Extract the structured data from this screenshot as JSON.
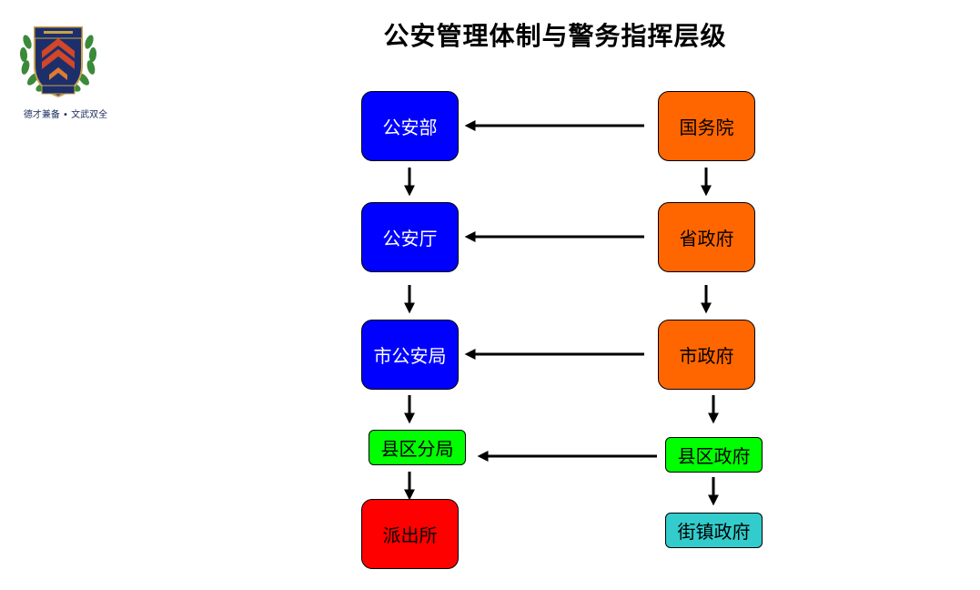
{
  "title": "公安管理体制与警务指挥层级",
  "logo": {
    "motto": "德才兼备 • 文武双全",
    "emblem": "police-academy-emblem-icon"
  },
  "colors": {
    "blue": "#0000ff",
    "orange": "#ff6600",
    "green": "#00ff00",
    "red": "#ff0000",
    "cyan": "#33cccc",
    "arrow": "#000000"
  },
  "police_column": {
    "ministry": "公安部",
    "department": "公安厅",
    "city_bureau": "市公安局",
    "county_branch": "县区分局",
    "station": "派出所"
  },
  "government_column": {
    "state_council": "国务院",
    "province": "省政府",
    "city": "市政府",
    "county": "县区政府",
    "town": "街镇政府"
  }
}
